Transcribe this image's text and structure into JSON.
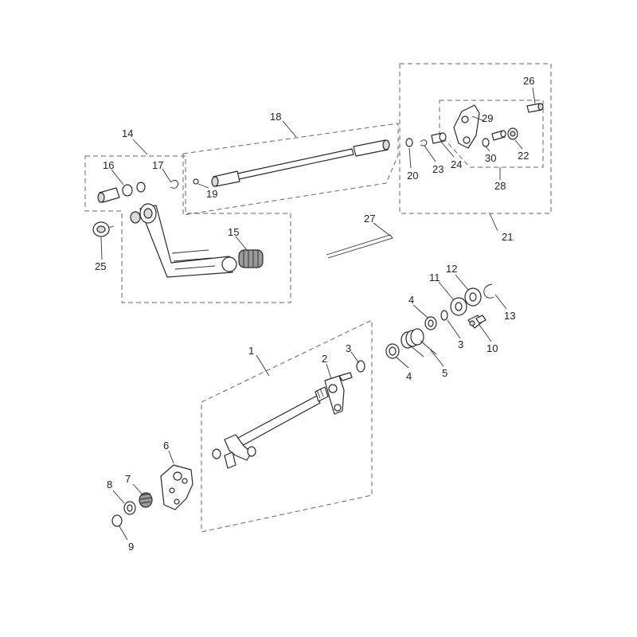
{
  "callouts": [
    {
      "id": "1",
      "label": "1"
    },
    {
      "id": "2",
      "label": "2"
    },
    {
      "id": "3a",
      "label": "3"
    },
    {
      "id": "3b",
      "label": "3"
    },
    {
      "id": "4a",
      "label": "4"
    },
    {
      "id": "4b",
      "label": "4"
    },
    {
      "id": "5",
      "label": "5"
    },
    {
      "id": "6",
      "label": "6"
    },
    {
      "id": "7",
      "label": "7"
    },
    {
      "id": "8",
      "label": "8"
    },
    {
      "id": "9",
      "label": "9"
    },
    {
      "id": "10",
      "label": "10"
    },
    {
      "id": "11",
      "label": "11"
    },
    {
      "id": "12",
      "label": "12"
    },
    {
      "id": "13",
      "label": "13"
    },
    {
      "id": "14",
      "label": "14"
    },
    {
      "id": "15",
      "label": "15"
    },
    {
      "id": "16",
      "label": "16"
    },
    {
      "id": "17",
      "label": "17"
    },
    {
      "id": "18",
      "label": "18"
    },
    {
      "id": "19",
      "label": "19"
    },
    {
      "id": "20",
      "label": "20"
    },
    {
      "id": "21",
      "label": "21"
    },
    {
      "id": "22",
      "label": "22"
    },
    {
      "id": "23",
      "label": "23"
    },
    {
      "id": "24",
      "label": "24"
    },
    {
      "id": "25",
      "label": "25"
    },
    {
      "id": "26",
      "label": "26"
    },
    {
      "id": "27",
      "label": "27"
    },
    {
      "id": "28",
      "label": "28"
    },
    {
      "id": "29",
      "label": "29"
    },
    {
      "id": "30",
      "label": "30"
    }
  ]
}
